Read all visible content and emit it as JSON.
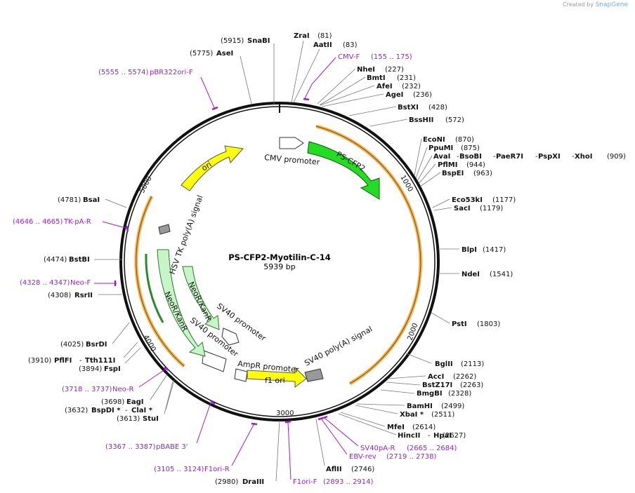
{
  "brand": {
    "prefix": "Created by",
    "name": "SnapGene"
  },
  "plasmid": {
    "name": "PS-CFP2-Myotilin-C-14",
    "length_label": "5939 bp"
  },
  "ticks": [
    "1000",
    "2000",
    "3000",
    "4000",
    "5000"
  ],
  "features": {
    "cmv_promoter": "CMV promoter",
    "ps_cfp2": "PS-CFP2",
    "sv40_polya": "SV40 poly(A) signal",
    "f1_ori": "f1 ori",
    "ampr_promoter": "AmpR promoter",
    "sv40_promoter_1": "SV40 promoter",
    "neor_1": "NeoR/KanR",
    "sv40_promoter_2": "SV40 promoter",
    "neor_2": "NeoR/KanR",
    "hsv_tk": "HSV TK poly(A) signal",
    "ori": "ori"
  },
  "colors": {
    "ps_cfp2": "#22dd22",
    "ori": "#ffff00",
    "neor": "#c8f5c8",
    "orf": "#f0a020",
    "primer": "#9b1fc9"
  },
  "sites": [
    {
      "name": "SnaBI",
      "pos": "(5915)"
    },
    {
      "name": "AseI",
      "pos": "(5775)"
    },
    {
      "name": "ZraI",
      "pos": "(81)"
    },
    {
      "name": "AatII",
      "pos": "(83)"
    },
    {
      "name": "NheI",
      "pos": "(227)"
    },
    {
      "name": "BmtI",
      "pos": "(231)"
    },
    {
      "name": "AfeI",
      "pos": "(232)"
    },
    {
      "name": "AgeI",
      "pos": "(236)"
    },
    {
      "name": "BstXI",
      "pos": "(428)"
    },
    {
      "name": "BssHII",
      "pos": "(572)"
    },
    {
      "name": "EcoNI",
      "pos": "(870)"
    },
    {
      "name": "PpuMI",
      "pos": "(875)"
    },
    {
      "name": "AvaI",
      "pos": ""
    },
    {
      "name": "BsoBI",
      "pos": ""
    },
    {
      "name": "PaeR7I",
      "pos": ""
    },
    {
      "name": "PspXI",
      "pos": ""
    },
    {
      "name": "XhoI",
      "pos": "(909)"
    },
    {
      "name": "PflMI",
      "pos": "(944)"
    },
    {
      "name": "BspEI",
      "pos": "(963)"
    },
    {
      "name": "Eco53kI",
      "pos": "(1177)"
    },
    {
      "name": "SacI",
      "pos": "(1179)"
    },
    {
      "name": "BlpI",
      "pos": "(1417)"
    },
    {
      "name": "NdeI",
      "pos": "(1541)"
    },
    {
      "name": "PstI",
      "pos": "(1803)"
    },
    {
      "name": "BglII",
      "pos": "(2113)"
    },
    {
      "name": "AccI",
      "pos": "(2262)"
    },
    {
      "name": "BstZ17I",
      "pos": "(2263)"
    },
    {
      "name": "BmgBI",
      "pos": "(2328)"
    },
    {
      "name": "BamHI",
      "pos": "(2499)"
    },
    {
      "name": "XbaI *",
      "pos": "(2511)"
    },
    {
      "name": "MfeI",
      "pos": "(2614)"
    },
    {
      "name": "HincII",
      "pos": ""
    },
    {
      "name": "HpaI",
      "pos": "(2627)"
    },
    {
      "name": "AflII",
      "pos": "(2746)"
    },
    {
      "name": "DraIII",
      "pos": "(2980)"
    },
    {
      "name": "StuI",
      "pos": "(3613)"
    },
    {
      "name": "BspDI *",
      "pos": "(3632)"
    },
    {
      "name": "ClaI *",
      "pos": ""
    },
    {
      "name": "EagI",
      "pos": "(3698)"
    },
    {
      "name": "FspI",
      "pos": "(3894)"
    },
    {
      "name": "PflFI",
      "pos": "(3910)"
    },
    {
      "name": "Tth111I",
      "pos": ""
    },
    {
      "name": "BsrDI",
      "pos": "(4025)"
    },
    {
      "name": "RsrII",
      "pos": "(4308)"
    },
    {
      "name": "BstBI",
      "pos": "(4474)"
    },
    {
      "name": "BsaI",
      "pos": "(4781)"
    }
  ],
  "primers": [
    {
      "name": "CMV-F",
      "range": "(155 .. 175)"
    },
    {
      "name": "pBR322ori-F",
      "range": "(5555 .. 5574)"
    },
    {
      "name": "TK-pA-R",
      "range": "(4646 .. 4665)"
    },
    {
      "name": "Neo-F",
      "range": "(4328 .. 4347)"
    },
    {
      "name": "Neo-R",
      "range": "(3718 .. 3737)"
    },
    {
      "name": "pBABE 3'",
      "range": "(3367 .. 3387)"
    },
    {
      "name": "F1ori-R",
      "range": "(3105 .. 3124)"
    },
    {
      "name": "F1ori-F",
      "range": "(2893 .. 2914)"
    },
    {
      "name": "EBV-rev",
      "range": "(2719 .. 2738)"
    },
    {
      "name": "SV40pA-R",
      "range": "(2665 .. 2684)"
    }
  ]
}
